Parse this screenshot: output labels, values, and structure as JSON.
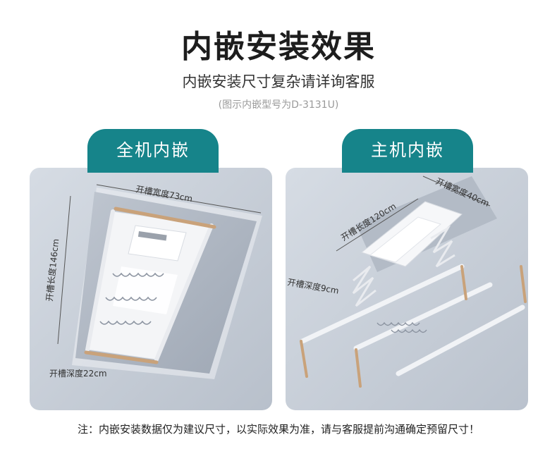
{
  "header": {
    "title": "内嵌安装效果",
    "subtitle": "内嵌安装尺寸复杂请详询客服",
    "model_note": "(图示内嵌型号为D-3131U)"
  },
  "left_panel": {
    "tab_label": "全机内嵌",
    "width_label": "开槽宽度73cm",
    "length_label": "开槽长度146cm",
    "depth_label": "开槽深度22cm"
  },
  "right_panel": {
    "tab_label": "主机内嵌",
    "width_label": "开槽宽度40cm",
    "length_label": "开槽长度120cm",
    "depth_label": "开槽深度9cm"
  },
  "footer": {
    "note": "注：内嵌安装数据仅为建议尺寸，以实际效果为准，请与客服提前沟通确定预留尺寸！"
  },
  "colors": {
    "accent": "#16848a",
    "ceiling": "#c9d0da",
    "frame": "#f4f5f7",
    "gold": "#c9a27a"
  }
}
